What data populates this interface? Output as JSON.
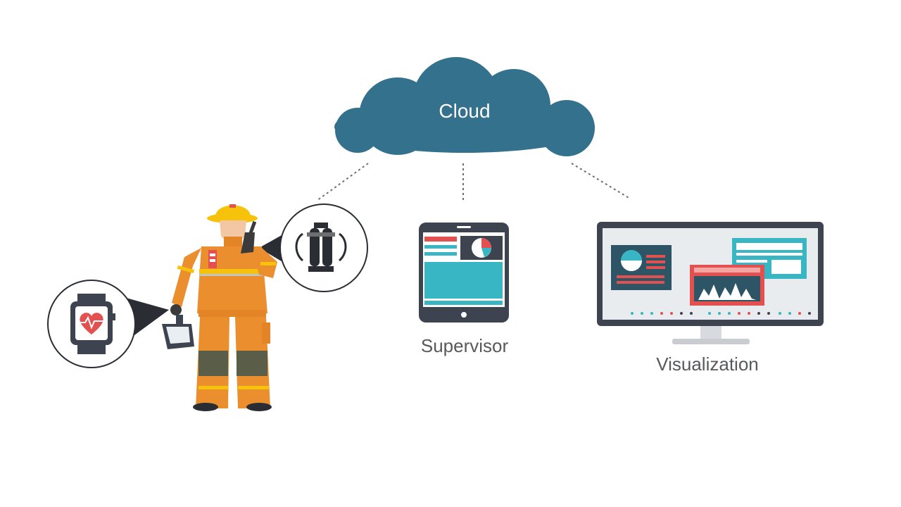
{
  "cloud": {
    "label": "Cloud",
    "icon": "cloud-icon"
  },
  "nodes": {
    "supervisor": {
      "label": "Supervisor",
      "icon": "tablet-icon"
    },
    "visualization": {
      "label": "Visualization",
      "icon": "monitor-icon"
    },
    "firefighter": {
      "icon": "firefighter-icon"
    }
  },
  "callouts": [
    {
      "icon": "breathing-apparatus-icon"
    },
    {
      "icon": "smartwatch-heart-icon"
    }
  ],
  "colors": {
    "cloud": "#34718d",
    "device_dark": "#3d4450",
    "teal": "#38b6c4",
    "red": "#e2504f",
    "orange": "#eb8e2e",
    "yellow": "#f6c20a",
    "text": "#58595b"
  }
}
